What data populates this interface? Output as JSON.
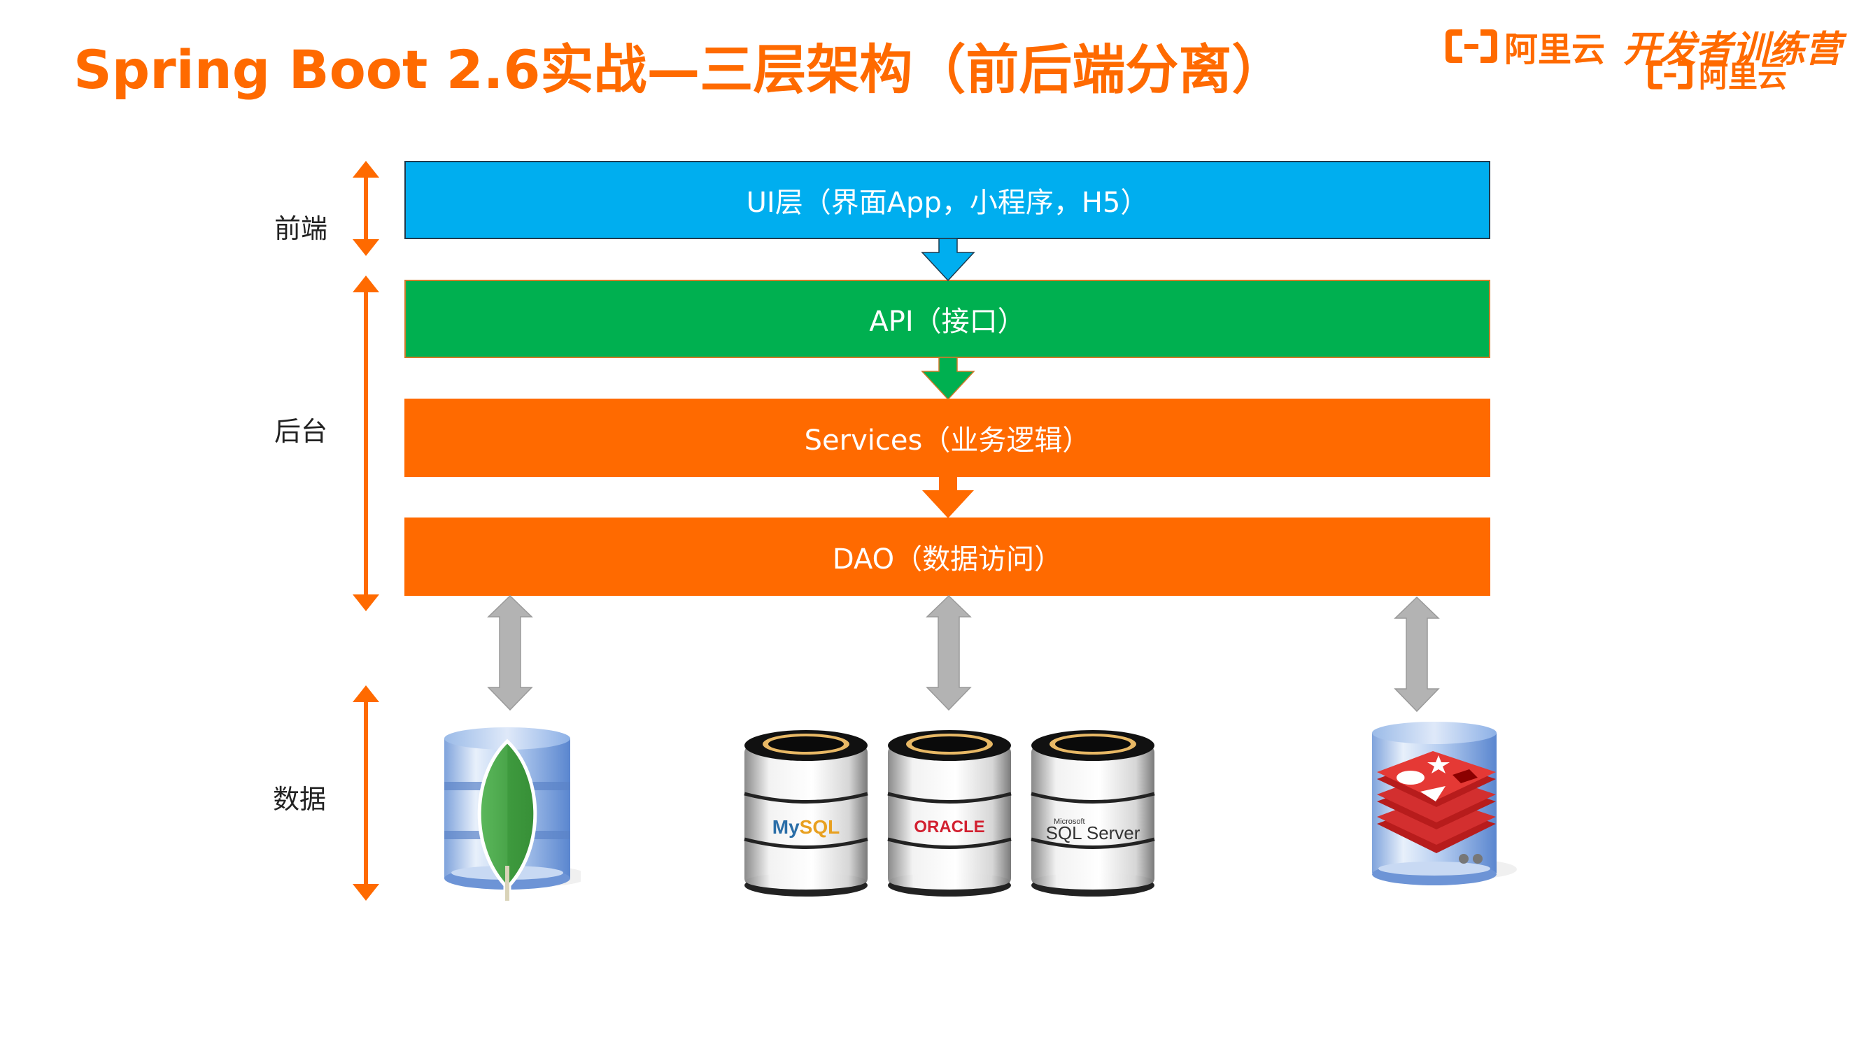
{
  "title": "Spring Boot 2.6实战—三层架构（前后端分离）",
  "logo": {
    "brand": "阿里云",
    "program": "开发者训练营",
    "sub_brand": "阿里云"
  },
  "tiers": [
    {
      "label": "前端"
    },
    {
      "label": "后台"
    },
    {
      "label": "数据"
    }
  ],
  "layers": [
    {
      "label": "UI层（界面App，小程序，H5）",
      "color": "#00AEEF"
    },
    {
      "label": "API（接口）",
      "color": "#00B050"
    },
    {
      "label": "Services（业务逻辑）",
      "color": "#FF6A00"
    },
    {
      "label": "DAO（数据访问）",
      "color": "#FF6A00"
    }
  ],
  "databases": [
    {
      "name": "MongoDB",
      "icon": "mongodb-icon"
    },
    {
      "name": "MySQL",
      "label": "MySQL"
    },
    {
      "name": "Oracle",
      "label": "ORACLE"
    },
    {
      "name": "SQL Server",
      "label_small": "Microsoft",
      "label": "SQL Server"
    },
    {
      "name": "Redis",
      "icon": "redis-icon"
    }
  ],
  "colors": {
    "accent": "#FF6A00",
    "ui": "#00AEEF",
    "api": "#00B050",
    "connector": "#B3B3B3"
  }
}
